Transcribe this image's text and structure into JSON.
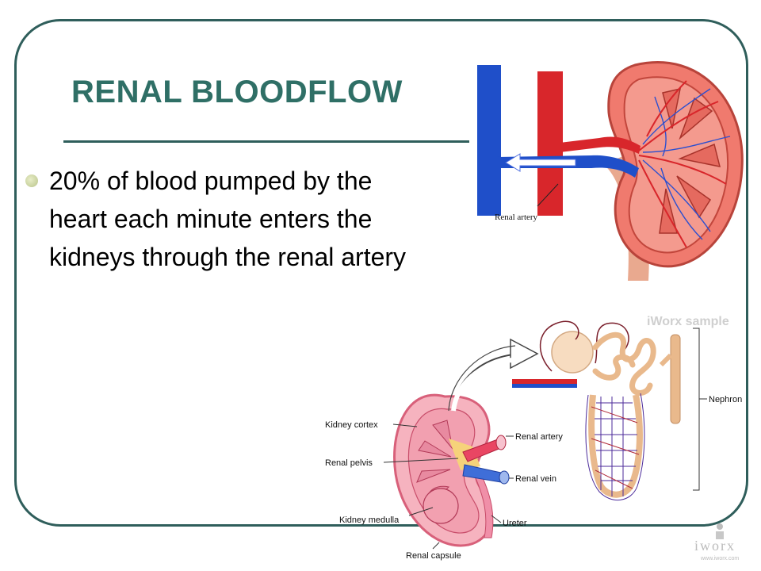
{
  "slide": {
    "title": "RENAL BLOODFLOW",
    "bullet": "20% of blood pumped by the heart each minute enters the kidneys through the renal artery"
  },
  "top_figure": {
    "label": "Renal artery"
  },
  "bottom_figure": {
    "watermark": "iWorx sample",
    "labels": {
      "kidney_cortex": "Kidney cortex",
      "renal_pelvis": "Renal pelvis",
      "kidney_medulla": "Kidney medulla",
      "renal_capsule": "Renal capsule",
      "renal_artery": "Renal artery",
      "renal_vein": "Renal vein",
      "ureter": "Ureter",
      "nephron": "Nephron"
    },
    "logo": "iworx",
    "logo_url_text": "www.iworx.com"
  },
  "colors": {
    "accent": "#2f6f66",
    "frame": "#2f5e5b",
    "artery": "#d8262b",
    "vein": "#1f4fc9"
  }
}
